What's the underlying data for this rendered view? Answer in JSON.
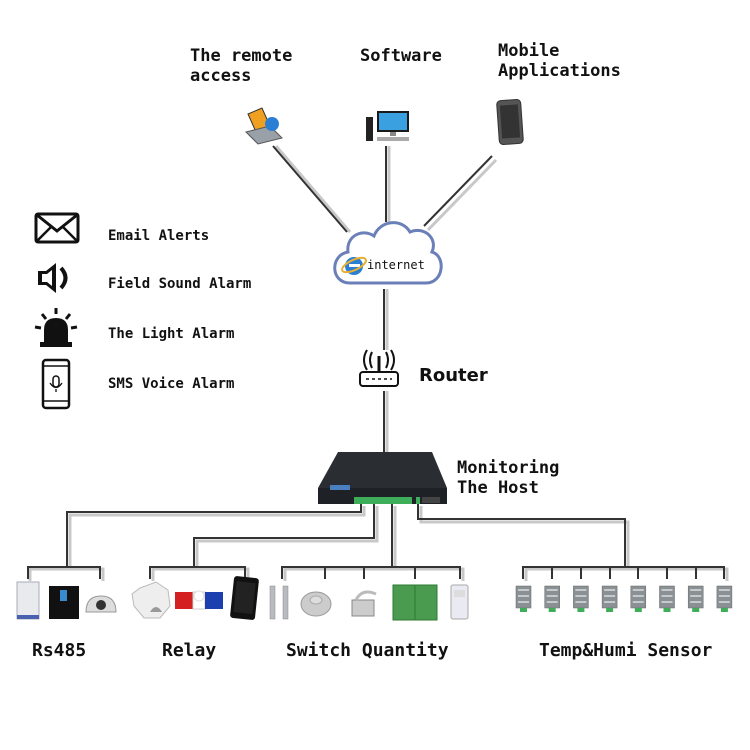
{
  "top_clients": [
    {
      "label": "The remote\naccess",
      "icon": "laptop-icon"
    },
    {
      "label": "Software",
      "icon": "desktop-computer-icon"
    },
    {
      "label": "Mobile\nApplications",
      "icon": "smartphone-icon"
    }
  ],
  "cloud": {
    "label": "internet",
    "icon": "internet-explorer-icon"
  },
  "router": {
    "label": "Router",
    "icon": "router-icon"
  },
  "host": {
    "label": "Monitoring\nThe Host",
    "icon": "monitoring-host-device"
  },
  "alarms": [
    {
      "label": "Email Alerts",
      "icon": "envelope-icon"
    },
    {
      "label": "Field Sound Alarm",
      "icon": "speaker-icon"
    },
    {
      "label": "The Light Alarm",
      "icon": "siren-light-icon"
    },
    {
      "label": "SMS Voice Alarm",
      "icon": "phone-voice-icon"
    }
  ],
  "categories": [
    {
      "label": "Rs485",
      "devices": [
        "air-conditioner",
        "ups",
        "dome-camera"
      ]
    },
    {
      "label": "Relay",
      "devices": [
        "smoke-detector",
        "strobe-siren",
        "mobile-phone"
      ]
    },
    {
      "label": "Switch Quantity",
      "devices": [
        "door-magnetic-contact",
        "smoke-sensor",
        "water-leak-sensor",
        "door",
        "pir-sensor"
      ]
    },
    {
      "label": "Temp&Humi Sensor",
      "devices": [
        "th-sensor-1",
        "th-sensor-2",
        "th-sensor-3",
        "th-sensor-4",
        "th-sensor-5",
        "th-sensor-6",
        "th-sensor-7",
        "th-sensor-8"
      ]
    }
  ],
  "colors": {
    "line": "#333333",
    "line_shadow": "#c8c8c8",
    "cloud_stroke": "#6b7fb8",
    "ie_blue": "#2a7fd4",
    "host_body": "#1e2226",
    "terminal_green": "#3fae5a"
  }
}
